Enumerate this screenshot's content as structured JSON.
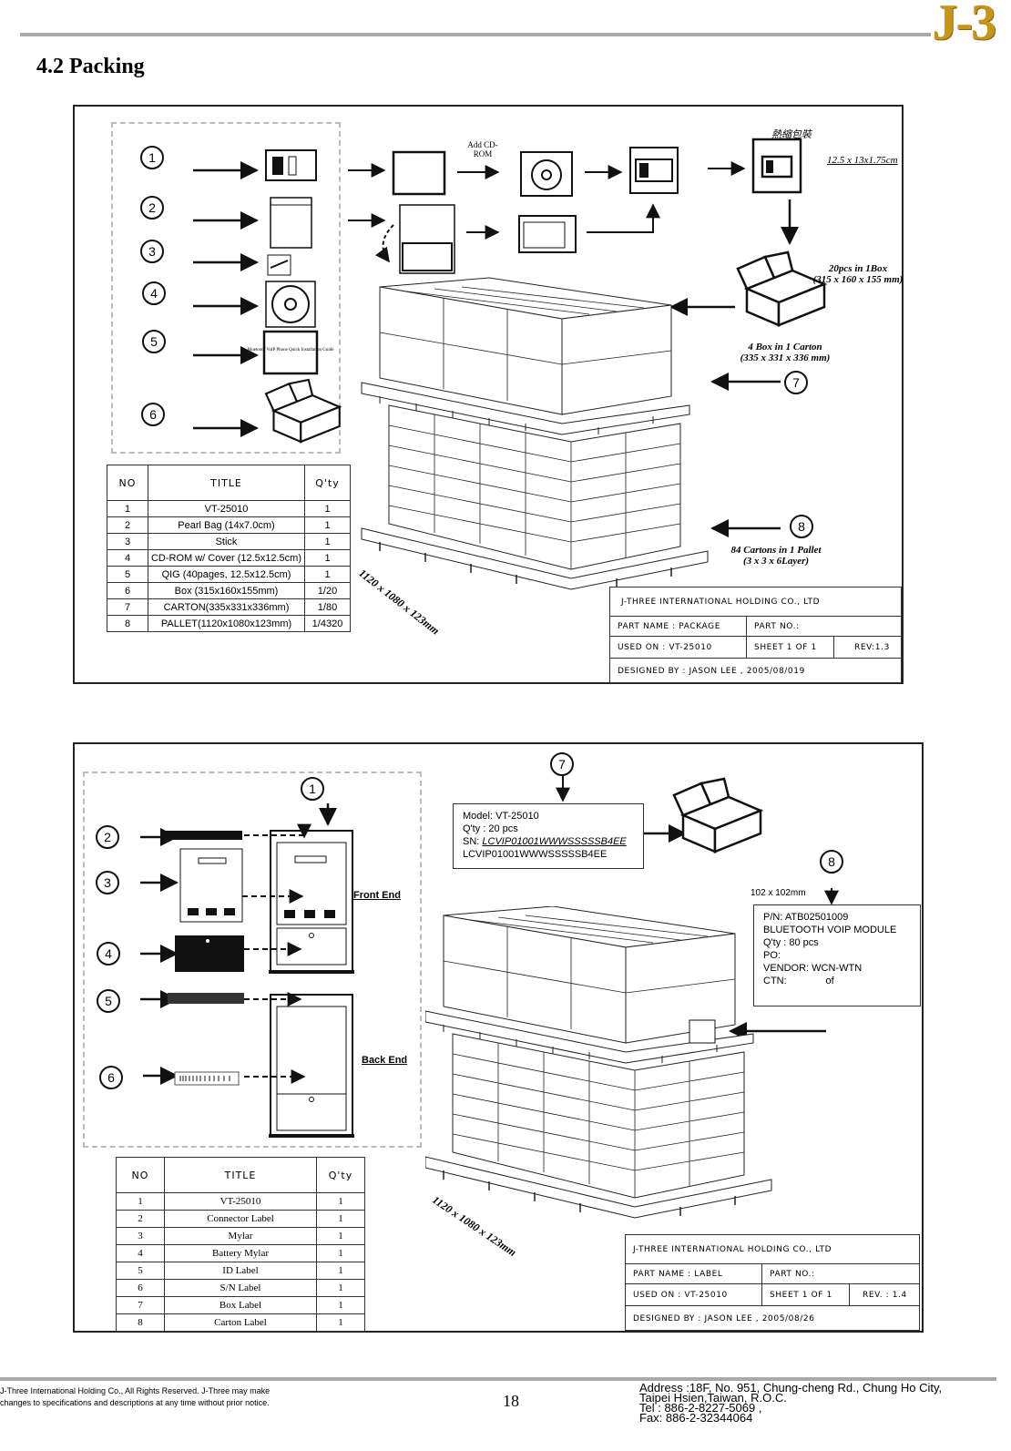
{
  "header": {
    "logo": "J-3",
    "section_title": "4.2 Packing"
  },
  "package_sheet": {
    "callouts": [
      "1",
      "2",
      "3",
      "4",
      "5",
      "6",
      "7",
      "8"
    ],
    "add_cdrom": "Add CD-ROM",
    "carton_size_note": "12.5 x 13x1.75cm",
    "heat_pack_note": "熱縮包裝",
    "box_note_1": "20pcs  in 1Box",
    "box_note_2": "(315 x 160 x 155 mm)",
    "carton_note_1": "4 Box  in 1 Carton",
    "carton_note_2": "(335 x 331 x 336 mm)",
    "pallet_note_1": "84 Cartons in 1 Pallet",
    "pallet_note_2": "(3  x 3 x 6Layer)",
    "pallet_dim": "1120 x 1080 x 123mm",
    "qig_text": "Bluetooth VoIP Phone Quick Installation Guide",
    "table": {
      "headers": [
        "NO",
        "TITLE",
        "Q'ty"
      ],
      "rows": [
        [
          "1",
          "VT-25010",
          "1"
        ],
        [
          "2",
          "Pearl Bag (14x7.0cm)",
          "1"
        ],
        [
          "3",
          "Stick",
          "1"
        ],
        [
          "4",
          "CD-ROM w/ Cover (12.5x12.5cm)",
          "1"
        ],
        [
          "5",
          "QIG (40pages, 12.5x12.5cm)",
          "1"
        ],
        [
          "6",
          "Box (315x160x155mm)",
          "1/20"
        ],
        [
          "7",
          "CARTON(335x331x336mm)",
          "1/80"
        ],
        [
          "8",
          "PALLET(1120x1080x123mm)",
          "1/4320"
        ]
      ]
    },
    "title_block": {
      "company": "J-THREE INTERNATIONAL HOLDING CO., LTD",
      "part_name": "PART NAME :  PACKAGE",
      "part_no": "PART NO.:",
      "used_on": "USED ON : VT-25010",
      "sheet": "SHEET 1 OF 1",
      "rev": "REV:1.3",
      "designed_by": "DESIGNED BY :  JASON LEE , 2005/08/019"
    }
  },
  "label_sheet": {
    "callouts": [
      "1",
      "2",
      "3",
      "4",
      "5",
      "6",
      "7",
      "8"
    ],
    "front_end": "Front End",
    "back_end": "Back End",
    "box_label": {
      "model": "Model: VT-25010",
      "qty": "Q'ty : 20 pcs",
      "sn_prefix": "SN: ",
      "sn_value": "LCVIP01001WWWSSSSSB4EE",
      "sn_plain": "LCVIP01001WWWSSSSSB4EE"
    },
    "carton_label_size": "102 x 102mm",
    "carton_label": {
      "pn": "P/N: ATB02501009",
      "desc": "BLUETOOTH VOIP MODULE",
      "qty": "Q'ty : 80 pcs",
      "po": "PO:",
      "vendor": "VENDOR: WCN-WTN",
      "ctn": "CTN:              of"
    },
    "pallet_dim": "1120 x 1080 x 123mm",
    "table": {
      "headers": [
        "NO",
        "TITLE",
        "Q'ty"
      ],
      "rows": [
        [
          "1",
          "VT-25010",
          "1"
        ],
        [
          "2",
          "Connector Label",
          "1"
        ],
        [
          "3",
          "Mylar",
          "1"
        ],
        [
          "4",
          "Battery Mylar",
          "1"
        ],
        [
          "5",
          "ID Label",
          "1"
        ],
        [
          "6",
          "S/N Label",
          "1"
        ],
        [
          "7",
          "Box Label",
          "1"
        ],
        [
          "8",
          "Carton Label",
          "1"
        ]
      ]
    },
    "title_block": {
      "company": "J-THREE INTERNATIONAL HOLDING CO., LTD",
      "part_name": "PART NAME :  LABEL",
      "part_no": "PART NO.:",
      "used_on": "USED ON : VT-25010",
      "sheet": "SHEET 1 OF 1",
      "rev": "REV. : 1.4",
      "designed_by": "DESIGNED BY :  JASON LEE , 2005/08/26"
    }
  },
  "footer": {
    "copyright_1": "J-Three International Holding Co., All Rights Reserved. J-Three may make",
    "copyright_2": "changes to specifications and descriptions at any time without prior notice.",
    "page": "18",
    "address_1": "Address :18F, No. 951, Chung-cheng Rd., Chung Ho City,",
    "address_2": "Taipei Hsien,Taiwan, R.O.C.",
    "tel": "Tel : 886-2-8227-5069 ,",
    "fax": "Fax: 886-2-32344064"
  }
}
